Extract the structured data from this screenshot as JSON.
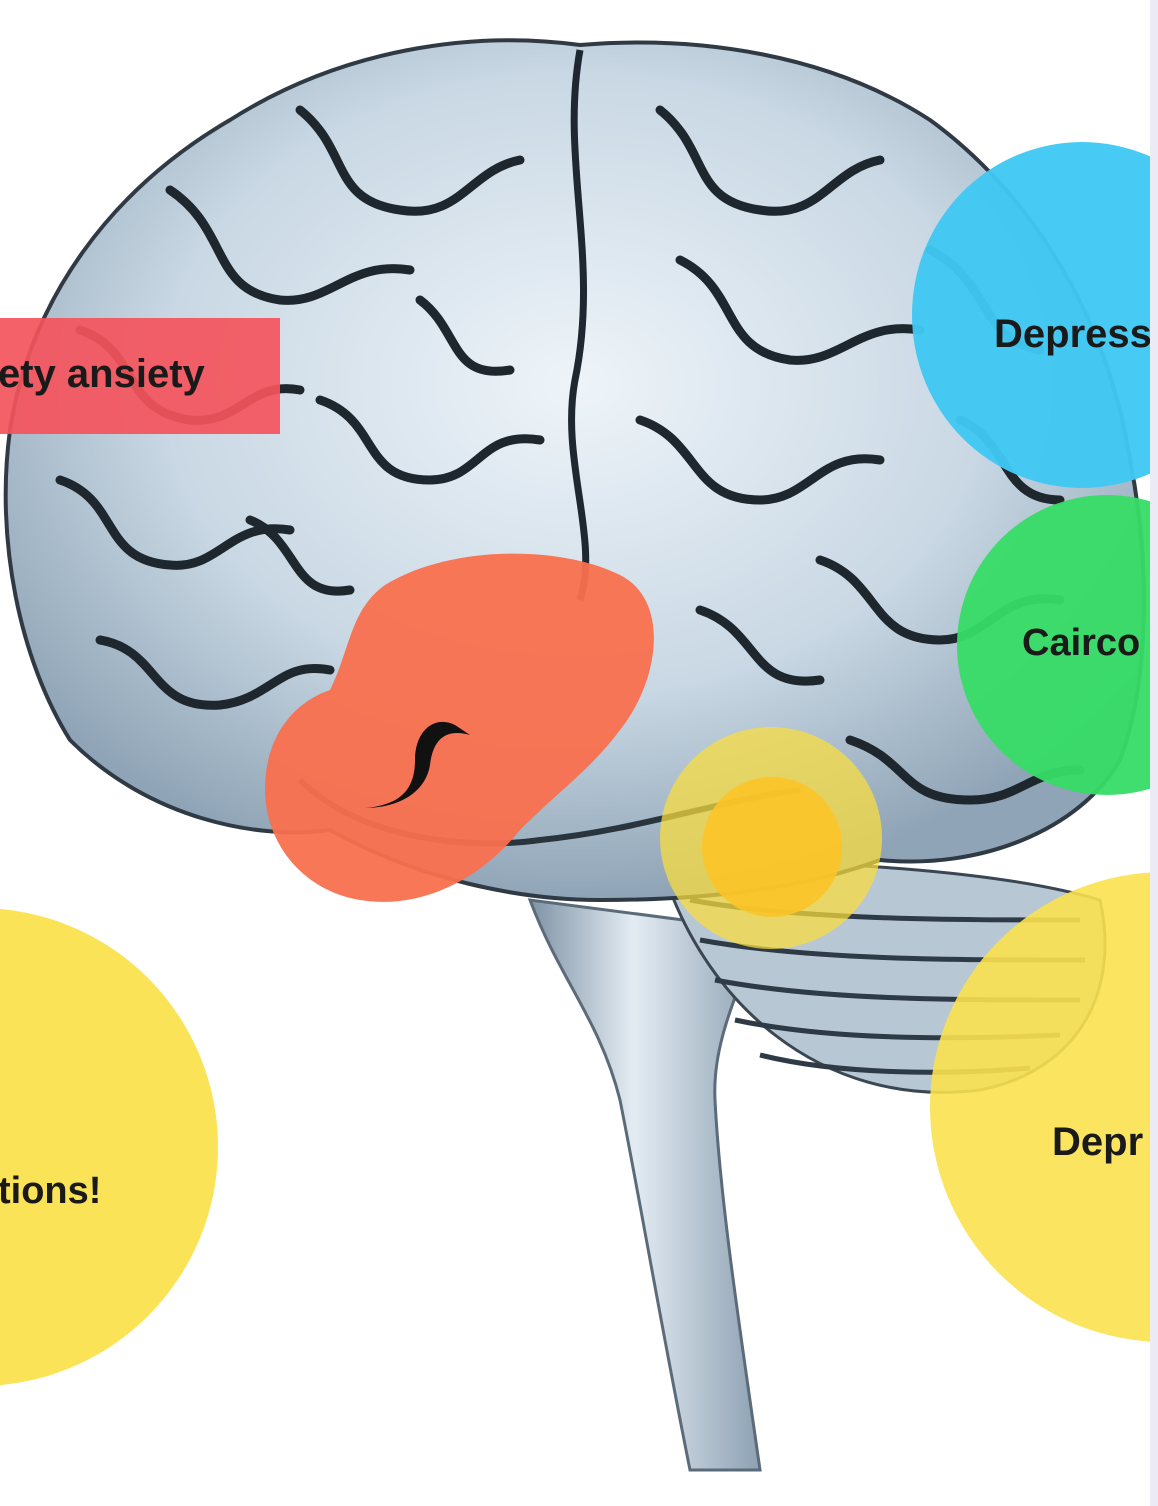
{
  "labels": {
    "anxiety_tag": "ety ansiety",
    "blue_bubble": "Depress",
    "green_bubble": "Cairco",
    "yellow_left_bubble": "tions!",
    "yellow_right_bubble": "Depr"
  },
  "colors": {
    "red_tag": "#f4545c",
    "blue_bubble": "#3fc8f2",
    "green_bubble": "#36dc66",
    "yellow_bubble": "#fbe14f",
    "orange_blob": "#f8704e",
    "brain_tissue": "#c3d3e0"
  }
}
